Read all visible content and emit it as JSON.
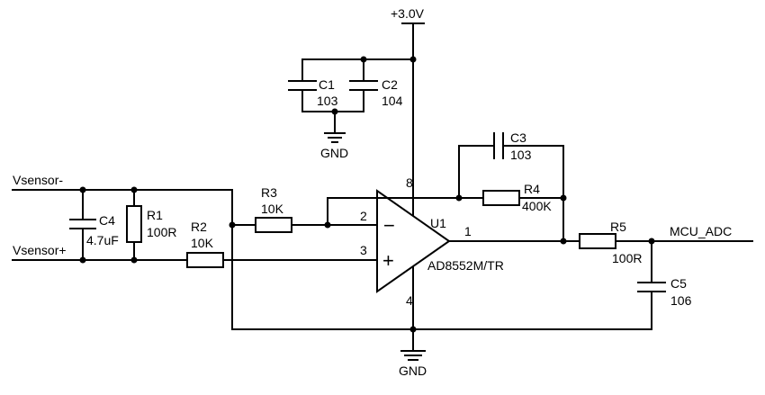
{
  "power": {
    "vcc_label": "+3.0V",
    "gnd_top_label": "GND",
    "gnd_bottom_label": "GND"
  },
  "nets": {
    "vsensor_minus": "Vsensor-",
    "vsensor_plus": "Vsensor+",
    "mcu_adc": "MCU_ADC"
  },
  "components": {
    "C1": {
      "ref": "C1",
      "value": "103"
    },
    "C2": {
      "ref": "C2",
      "value": "104"
    },
    "C3": {
      "ref": "C3",
      "value": "103"
    },
    "C4": {
      "ref": "C4",
      "value": "4.7uF"
    },
    "C5": {
      "ref": "C5",
      "value": "106"
    },
    "R1": {
      "ref": "R1",
      "value": "100R"
    },
    "R2": {
      "ref": "R2",
      "value": "10K"
    },
    "R3": {
      "ref": "R3",
      "value": "10K"
    },
    "R4": {
      "ref": "R4",
      "value": "400K"
    },
    "R5": {
      "ref": "R5",
      "value": "100R"
    },
    "U1": {
      "ref": "U1",
      "part": "AD8552M/TR"
    }
  },
  "opamp_pins": {
    "inv": "2",
    "noninv": "3",
    "out": "1",
    "vplus": "8",
    "vminus": "4"
  },
  "opamp_signs": {
    "minus": "−",
    "plus": "+"
  }
}
